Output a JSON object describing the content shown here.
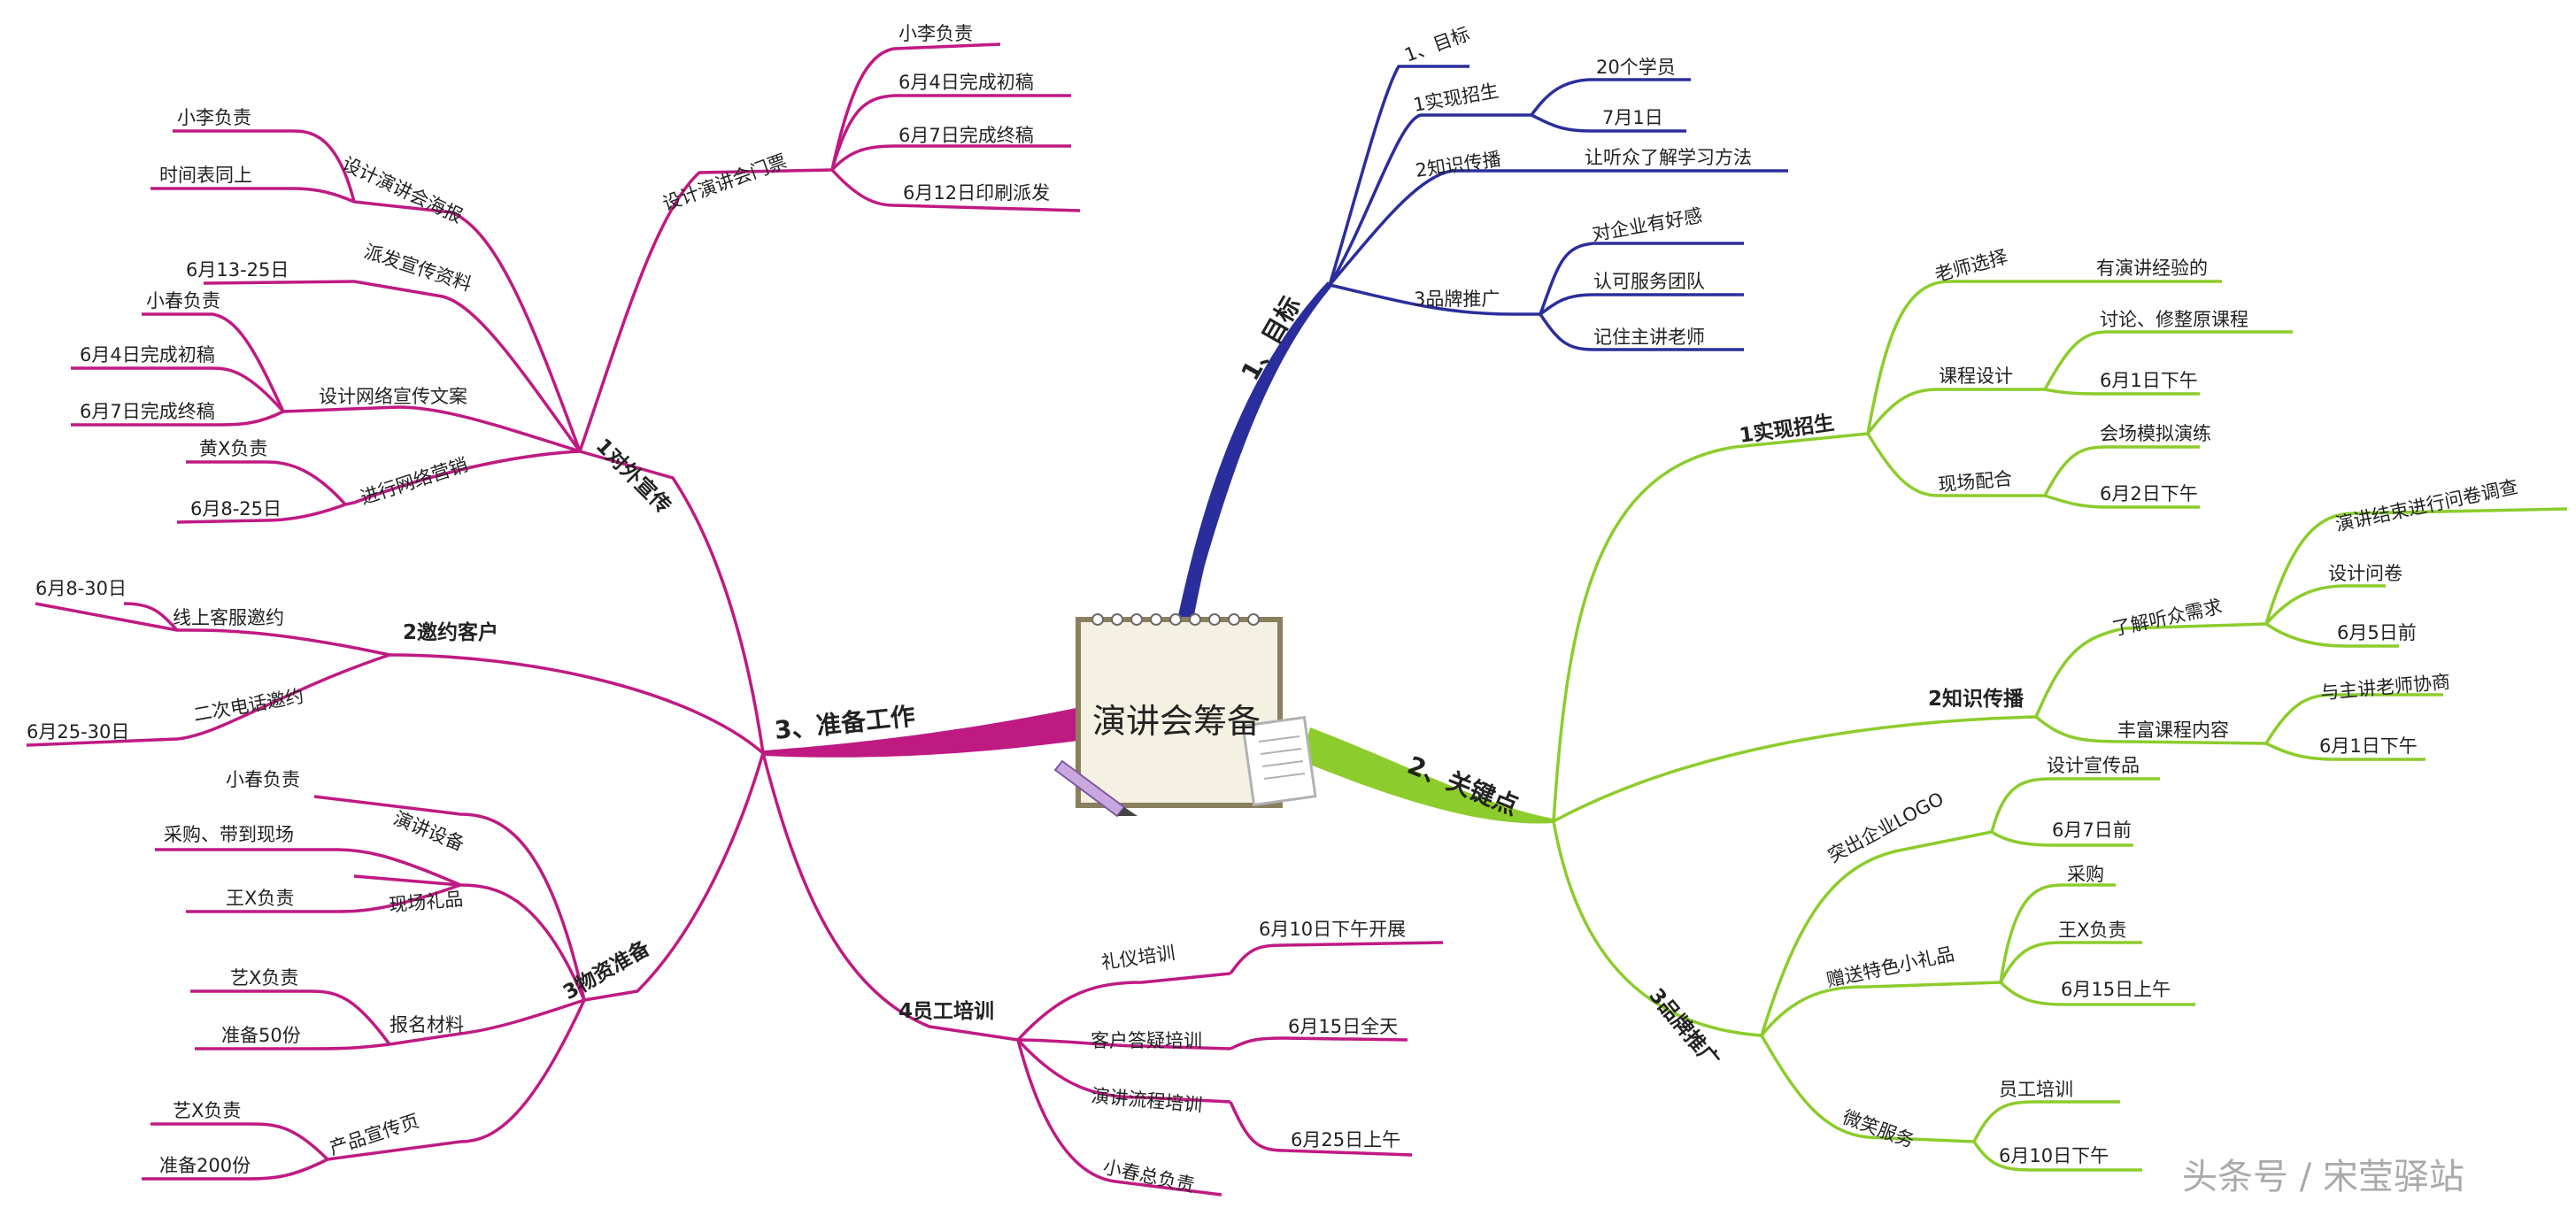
{
  "center": {
    "label": "演讲会筹备",
    "icons": [
      "notepad-icon",
      "pencil-icon",
      "document-icon"
    ]
  },
  "colors": {
    "blue": "#2a2e9c",
    "green": "#8ccc2c",
    "magenta": "#bf1a82",
    "watermark": "#aaaaaa"
  },
  "watermark": "头条号 / 宋莹驿站",
  "branches": [
    {
      "label": "1、目标",
      "color": "#2a2e9c",
      "children": [
        {
          "label": "1、目标"
        },
        {
          "label": "1实现招生",
          "children": [
            "20个学员",
            "7月1日"
          ]
        },
        {
          "label": "2知识传播",
          "children": [
            "让听众了解学习方法"
          ]
        },
        {
          "label": "3品牌推广",
          "children": [
            "对企业有好感",
            "认可服务团队",
            "记住主讲老师"
          ]
        }
      ]
    },
    {
      "label": "2、关键点",
      "color": "#8ccc2c",
      "children": [
        {
          "label": "1实现招生",
          "children": [
            {
              "label": "老师选择",
              "children": [
                "有演讲经验的"
              ]
            },
            {
              "label": "课程设计",
              "children": [
                "讨论、修整原课程",
                "6月1日下午"
              ]
            },
            {
              "label": "现场配合",
              "children": [
                "会场模拟演练",
                "6月2日下午"
              ]
            }
          ]
        },
        {
          "label": "2知识传播",
          "children": [
            {
              "label": "了解听众需求",
              "children": [
                "演讲结束进行问卷调查",
                "设计问卷",
                "6月5日前"
              ]
            },
            {
              "label": "丰富课程内容",
              "children": [
                "与主讲老师协商",
                "6月1日下午"
              ]
            }
          ]
        },
        {
          "label": "3品牌推广",
          "children": [
            {
              "label": "突出企业LOGO",
              "children": [
                "设计宣传品",
                "6月7日前"
              ]
            },
            {
              "label": "赠送特色小礼品",
              "children": [
                "采购",
                "王X负责",
                "6月15日上午"
              ]
            },
            {
              "label": "微笑服务",
              "children": [
                "员工培训",
                "6月10日下午"
              ]
            }
          ]
        }
      ]
    },
    {
      "label": "3、准备工作",
      "color": "#bf1a82",
      "children": [
        {
          "label": "1对外宣传",
          "children": [
            {
              "label": "设计演讲会门票",
              "children": [
                "小李负责",
                "6月4日完成初稿",
                "6月7日完成终稿",
                "6月12日印刷派发"
              ]
            },
            {
              "label": "设计演讲会海报",
              "children": [
                "小李负责",
                "时间表同上"
              ]
            },
            {
              "label": "派发宣传资料",
              "children": [
                "6月13-25日"
              ]
            },
            {
              "label": "设计网络宣传文案",
              "children": [
                "小春负责",
                "6月4日完成初稿",
                "6月7日完成终稿"
              ]
            },
            {
              "label": "进行网络营销",
              "children": [
                "黄X负责",
                "6月8-25日"
              ]
            }
          ]
        },
        {
          "label": "2邀约客户",
          "children": [
            {
              "label": "线上客服邀约",
              "children": [
                "6月8-30日"
              ]
            },
            {
              "label": "二次电话邀约",
              "children": [
                "6月25-30日"
              ]
            }
          ]
        },
        {
          "label": "3物资准备",
          "children": [
            {
              "label": "演讲设备",
              "children": [
                "小春负责"
              ]
            },
            {
              "label": "现场礼品",
              "children": [
                "采购、带到现场",
                "王X负责"
              ]
            },
            {
              "label": "报名材料",
              "children": [
                "艺X负责",
                "准备50份"
              ]
            },
            {
              "label": "产品宣传页",
              "children": [
                "艺X负责",
                "准备200份"
              ]
            }
          ]
        },
        {
          "label": "4员工培训",
          "children": [
            {
              "label": "礼仪培训",
              "children": [
                "6月10日下午开展"
              ]
            },
            {
              "label": "客户答疑培训",
              "children": [
                "6月15日全天"
              ]
            },
            {
              "label": "演讲流程培训",
              "children": [
                "6月25日上午"
              ]
            },
            {
              "label": "小春总负责"
            }
          ]
        }
      ]
    }
  ]
}
